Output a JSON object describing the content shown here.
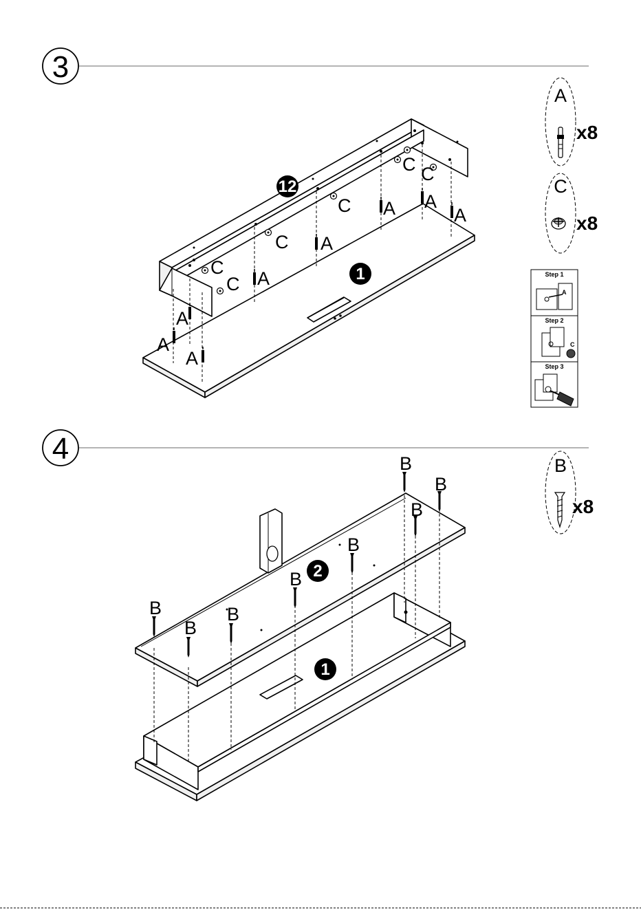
{
  "steps": [
    {
      "number": "3",
      "parts": [
        {
          "letter": "A",
          "quantity": "x8",
          "icon": "cam-bolt-icon"
        },
        {
          "letter": "C",
          "quantity": "x8",
          "icon": "cam-lock-icon"
        }
      ],
      "instructions": {
        "step1": "Step 1",
        "step2": "Step 2",
        "step3": "Step 3",
        "letter_a": "A",
        "letter_c": "C"
      },
      "panel_labels": {
        "top_panel": "12",
        "base_panel": "1"
      },
      "hardware_labels": {
        "bolt": "A",
        "lock": "C"
      }
    },
    {
      "number": "4",
      "parts": [
        {
          "letter": "B",
          "quantity": "x8",
          "icon": "screw-icon"
        }
      ],
      "panel_labels": {
        "top_panel": "2",
        "base_panel": "1"
      },
      "hardware_labels": {
        "screw": "B"
      }
    }
  ]
}
